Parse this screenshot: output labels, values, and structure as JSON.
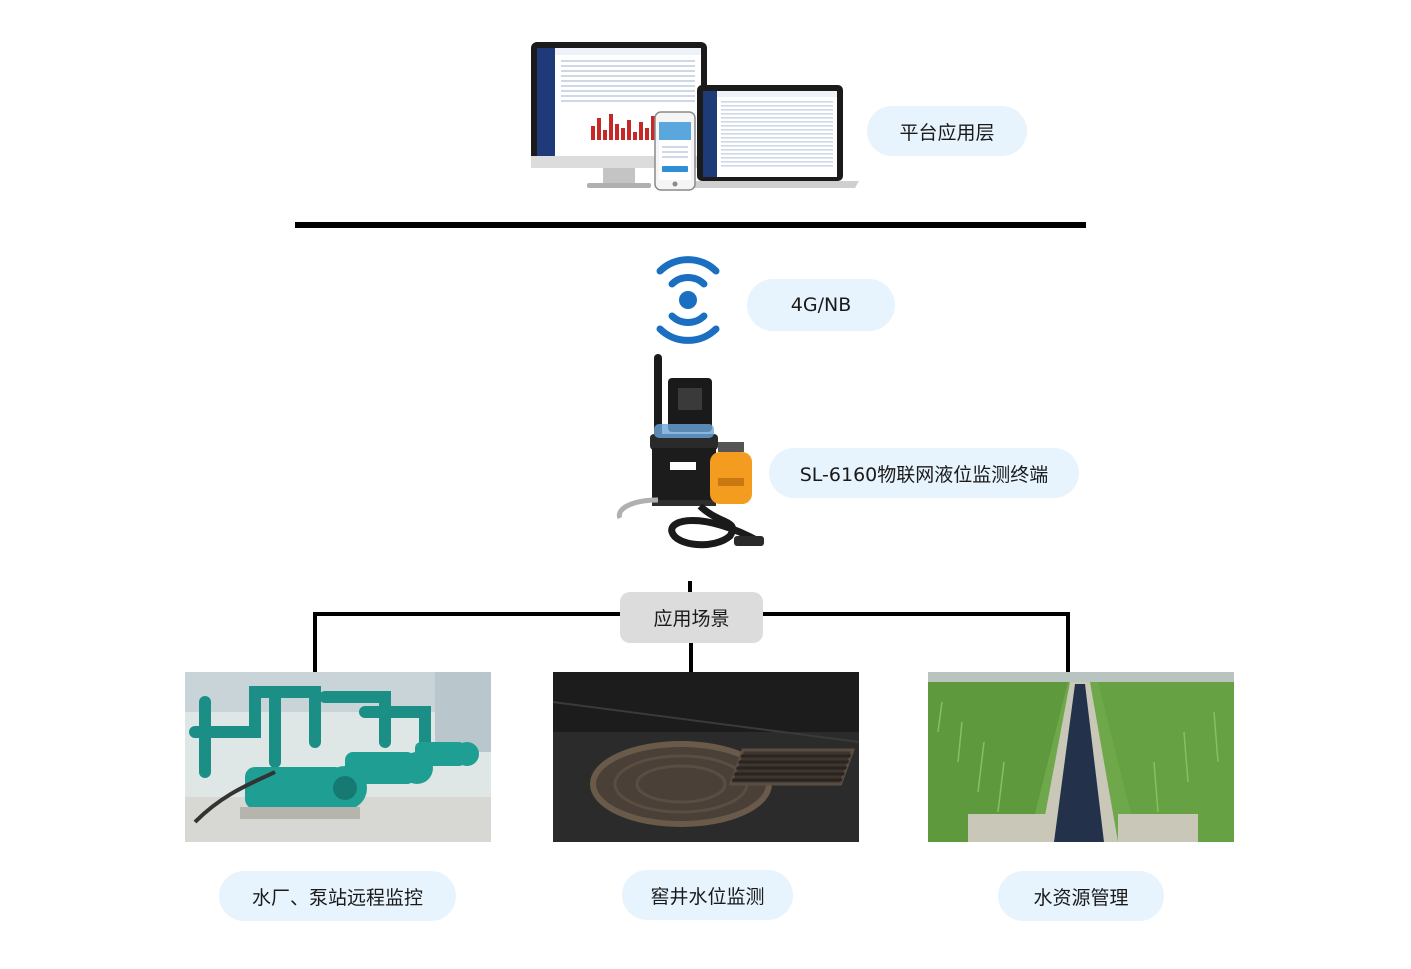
{
  "platform": {
    "label": "平台应用层"
  },
  "network": {
    "label": "4G/NB"
  },
  "device": {
    "label": "SL-6160物联网液位监测终端"
  },
  "scenarios": {
    "label": "应用场景",
    "items": [
      {
        "label": "水厂、泵站远程监控"
      },
      {
        "label": "窖井水位监测"
      },
      {
        "label": "水资源管理"
      }
    ]
  },
  "colors": {
    "pill_bg": "#e8f4fd",
    "hub_bg": "#dcdcdc",
    "signal_blue": "#1a6fc0",
    "line": "#000000"
  },
  "icons": [
    "monitor-icon",
    "laptop-icon",
    "phone-icon",
    "wireless-signal-icon",
    "level-sensor-device"
  ]
}
